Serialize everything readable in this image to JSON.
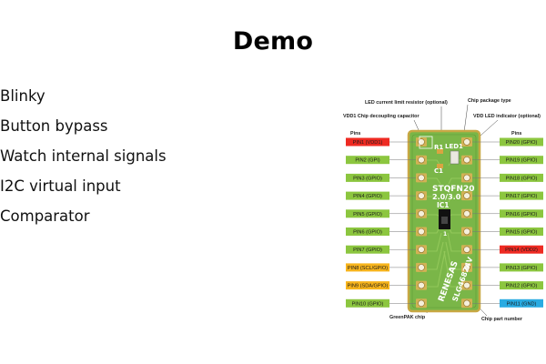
{
  "slide": {
    "title": "Demo"
  },
  "bullets": [
    "Blinky",
    "Button bypass",
    "Watch internal signals",
    "I2C virtual input",
    "Comparator"
  ],
  "figure": {
    "callouts": {
      "led_resistor": "LED current limit resistor (optional)",
      "chip_package_type": "Chip package type",
      "vdd1_cap": "VDD1 Chip decoupling capacitor",
      "vdd_led": "VDD LED indicator (optional)",
      "greenpak_chip": "GreenPAK chip",
      "chip_part_number": "Chip part number"
    },
    "pins_heading_left": "Pins",
    "pins_heading_right": "Pins",
    "left_pins": [
      {
        "label": "PIN1 (VDD1)",
        "color": "red"
      },
      {
        "label": "PIN2 (GPI)",
        "color": "green"
      },
      {
        "label": "PIN3 (GPIO)",
        "color": "green"
      },
      {
        "label": "PIN4 (GPIO)",
        "color": "green"
      },
      {
        "label": "PIN5 (GPIO)",
        "color": "green"
      },
      {
        "label": "PIN6 (GPIO)",
        "color": "green"
      },
      {
        "label": "PIN7 (GPIO)",
        "color": "green"
      },
      {
        "label": "PIN8 (SCL/GPIO)",
        "color": "orange"
      },
      {
        "label": "PIN9 (SDA/GPIO)",
        "color": "orange"
      },
      {
        "label": "PIN10 (GPIO)",
        "color": "green"
      }
    ],
    "right_pins": [
      {
        "label": "PIN20 (GPIO)",
        "color": "green"
      },
      {
        "label": "PIN19 (GPIO)",
        "color": "green"
      },
      {
        "label": "PIN18 (GPIO)",
        "color": "green"
      },
      {
        "label": "PIN17 (GPIO)",
        "color": "green"
      },
      {
        "label": "PIN16 (GPIO)",
        "color": "green"
      },
      {
        "label": "PIN15 (GPIO)",
        "color": "green"
      },
      {
        "label": "PIN14 (VDD2)",
        "color": "red"
      },
      {
        "label": "PIN13 (GPIO)",
        "color": "green"
      },
      {
        "label": "PIN12 (GPIO)",
        "color": "green"
      },
      {
        "label": "PIN11 (GND)",
        "color": "blue"
      }
    ],
    "silkscreen": {
      "r1": "R1",
      "c1": "C1",
      "led1": "LED1",
      "package": "STQFN20",
      "version": "2.0/3.0",
      "ic1": "IC1",
      "pin1_mark": "1",
      "brand": "RENESAS",
      "part_number": "SLG46824V"
    },
    "colors": {
      "red": "#ee2a22",
      "green": "#8cc63f",
      "orange": "#f7b41c",
      "blue": "#29abe2",
      "board": "#7ab648",
      "board_border": "#c8a844",
      "pad": "#d2b254"
    }
  }
}
